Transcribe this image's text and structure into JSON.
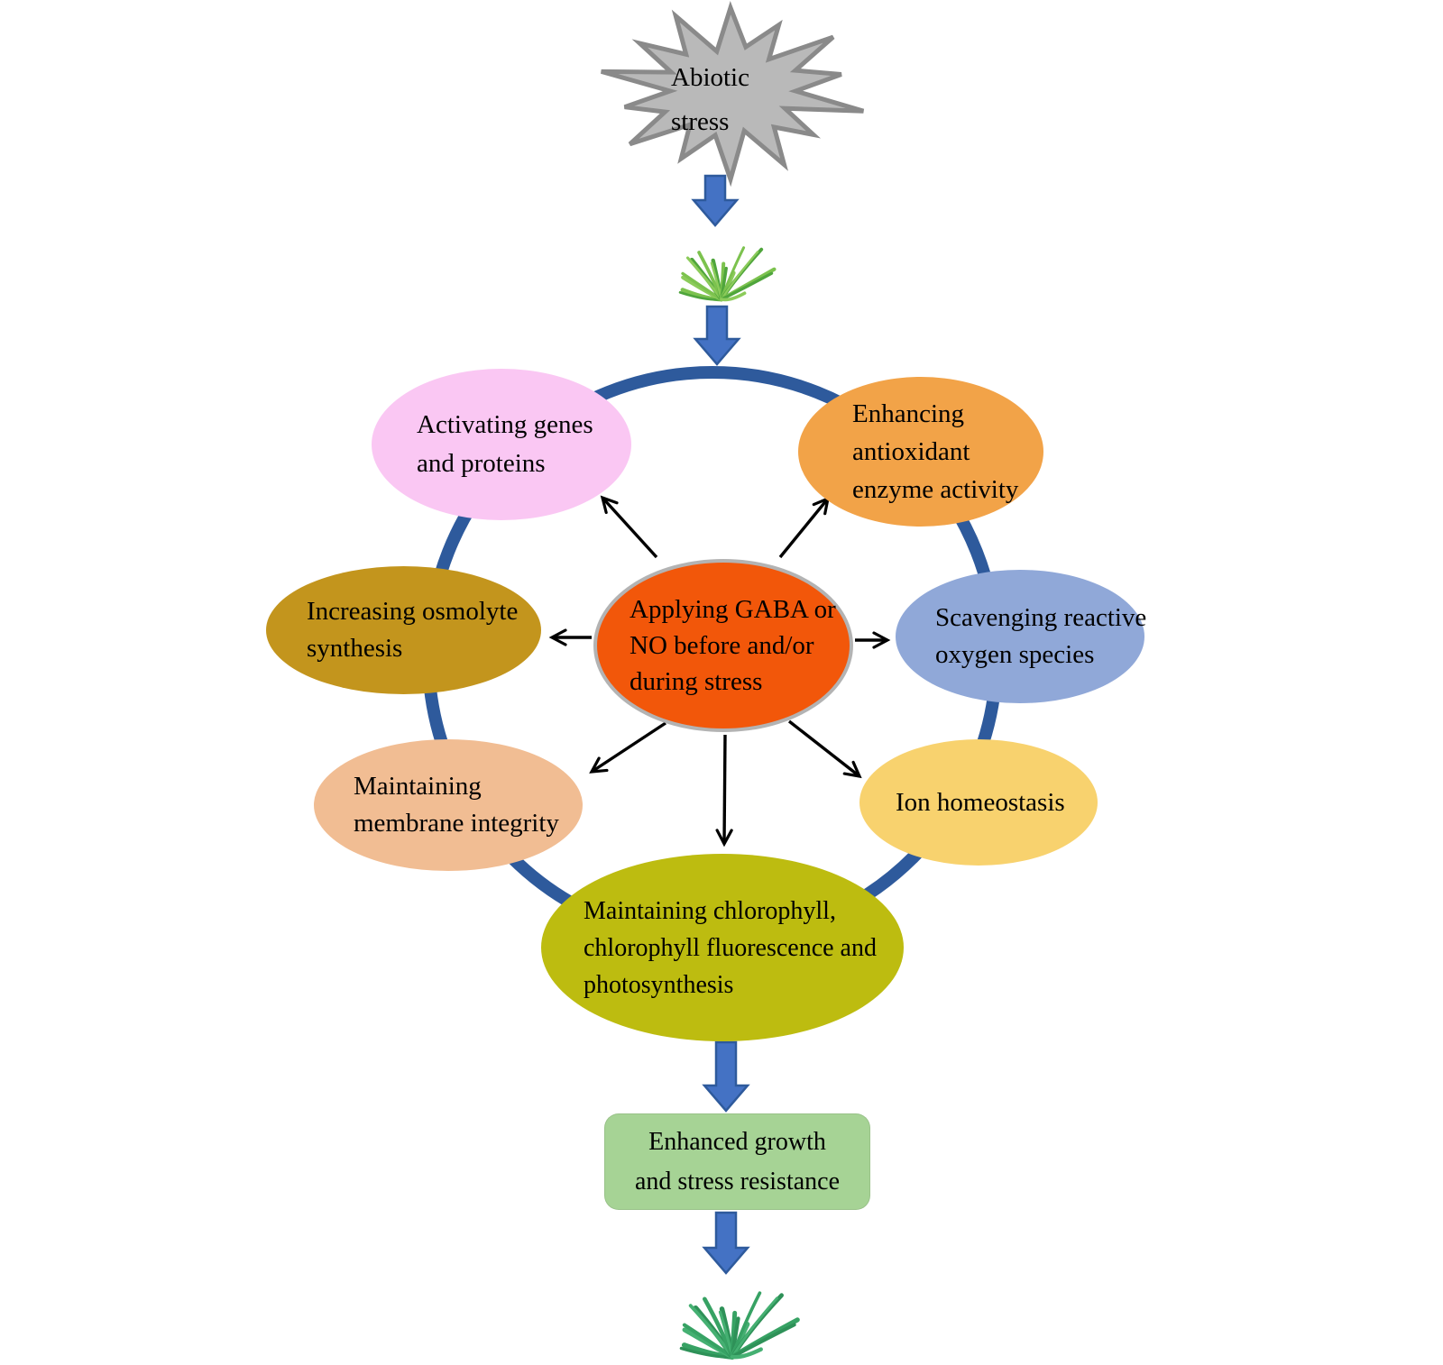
{
  "stress": {
    "lines": [
      "Abiotic",
      "stress"
    ]
  },
  "center": {
    "lines": [
      "Applying GABA or",
      "NO before and/or",
      "during stress"
    ],
    "fill": "#F2570A",
    "border": "#B3B3B3"
  },
  "nodes": [
    {
      "id": "activating-genes",
      "lines": [
        "Activating genes",
        "and proteins"
      ],
      "fill": "#FAC7F3"
    },
    {
      "id": "antioxidant-enzymes",
      "lines": [
        "Enhancing",
        "antioxidant",
        "enzyme activity"
      ],
      "fill": "#F2A348"
    },
    {
      "id": "osmolyte-synthesis",
      "lines": [
        "Increasing osmolyte",
        "synthesis"
      ],
      "fill": "#C3951D"
    },
    {
      "id": "scavenging-ros",
      "lines": [
        "Scavenging reactive",
        "oxygen species"
      ],
      "fill": "#90A8D8"
    },
    {
      "id": "membrane-integrity",
      "lines": [
        "Maintaining",
        "membrane integrity"
      ],
      "fill": "#F1BD93"
    },
    {
      "id": "ion-homeostasis",
      "lines": [
        "Ion homeostasis"
      ],
      "fill": "#F8D26E"
    },
    {
      "id": "chlorophyll",
      "lines": [
        "Maintaining chlorophyll,",
        "chlorophyll fluorescence and",
        "photosynthesis"
      ],
      "fill": "#BDBC10"
    }
  ],
  "outcome": {
    "lines": [
      "Enhanced growth",
      "and stress resistance"
    ],
    "fill": "#A6D395"
  },
  "colors": {
    "ring": "#2E5A9C",
    "flow_arrow_fill": "#4472C4",
    "flow_arrow_stroke": "#2E5A9C",
    "black_arrow": "#000000",
    "star_fill": "#B9B9B9",
    "star_stroke": "#8A8A8A",
    "grass_top": [
      "#7CC24E",
      "#4FA53C",
      "#8CCB5A"
    ],
    "grass_bottom": [
      "#37A264",
      "#2E9158",
      "#45B072"
    ]
  }
}
